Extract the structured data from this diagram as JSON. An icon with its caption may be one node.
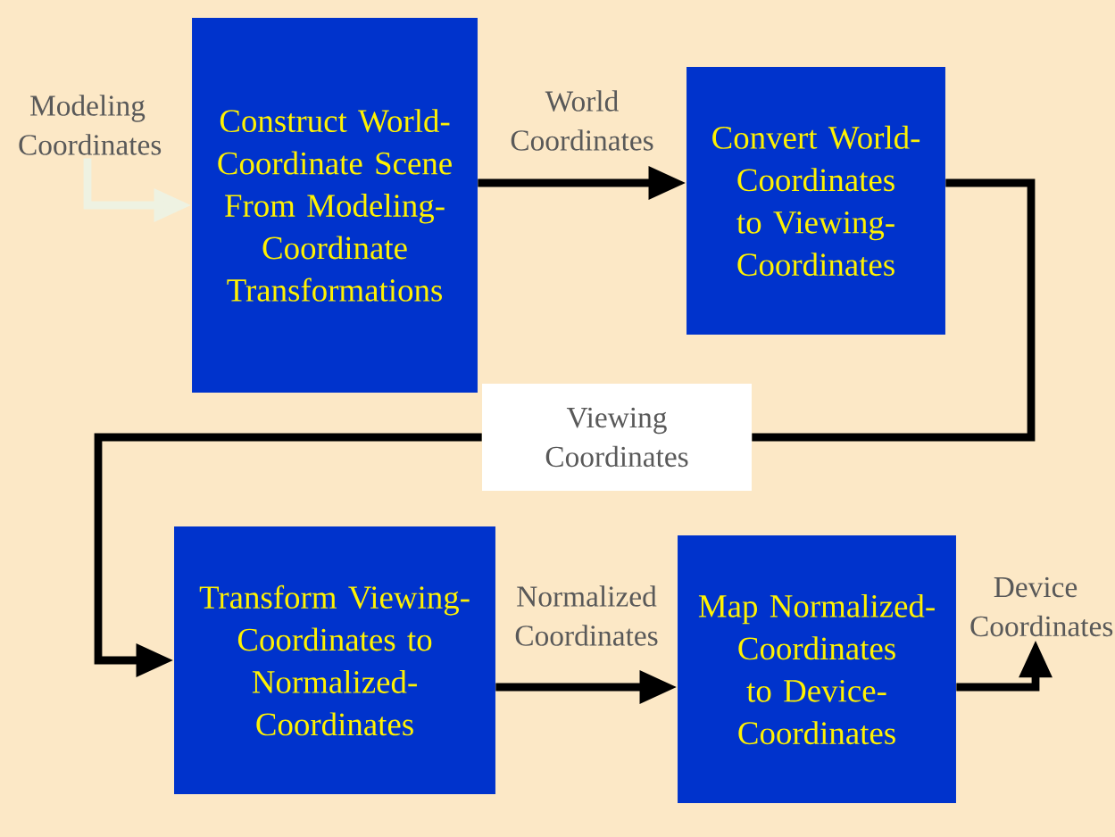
{
  "diagram": {
    "nodes": [
      {
        "text": [
          "Modeling Coordinates"
        ]
      },
      {
        "text": [
          "Construct World-Coordinate Scene From Modeling-Coordinate Transformations"
        ]
      },
      {
        "text": [
          "Convert World-Coordinates to Viewing-Coordinates"
        ]
      },
      {
        "text": [
          "Viewing Coordinates"
        ]
      },
      {
        "text": [
          "Transform Viewing-Coordinates to Normalized-Coordinates"
        ]
      },
      {
        "text": [
          "Map Normalized-Coordinates to Device-Coordinates"
        ]
      },
      {
        "text": [
          "Device Coordinates"
        ]
      }
    ],
    "edges": [
      {
        "from": 0,
        "to": 1,
        "arrow": "to",
        "color": "#eef2e2"
      },
      {
        "from": 1,
        "to": 2,
        "arrow": "to",
        "label": "World Coordinates"
      },
      {
        "from": 2,
        "to": 3,
        "arrow": "none"
      },
      {
        "from": 3,
        "to": 4,
        "arrow": "to"
      },
      {
        "from": 4,
        "to": 5,
        "arrow": "to",
        "label": "Normalized Coordinates"
      },
      {
        "from": 5,
        "to": 6,
        "arrow": "to"
      }
    ]
  }
}
